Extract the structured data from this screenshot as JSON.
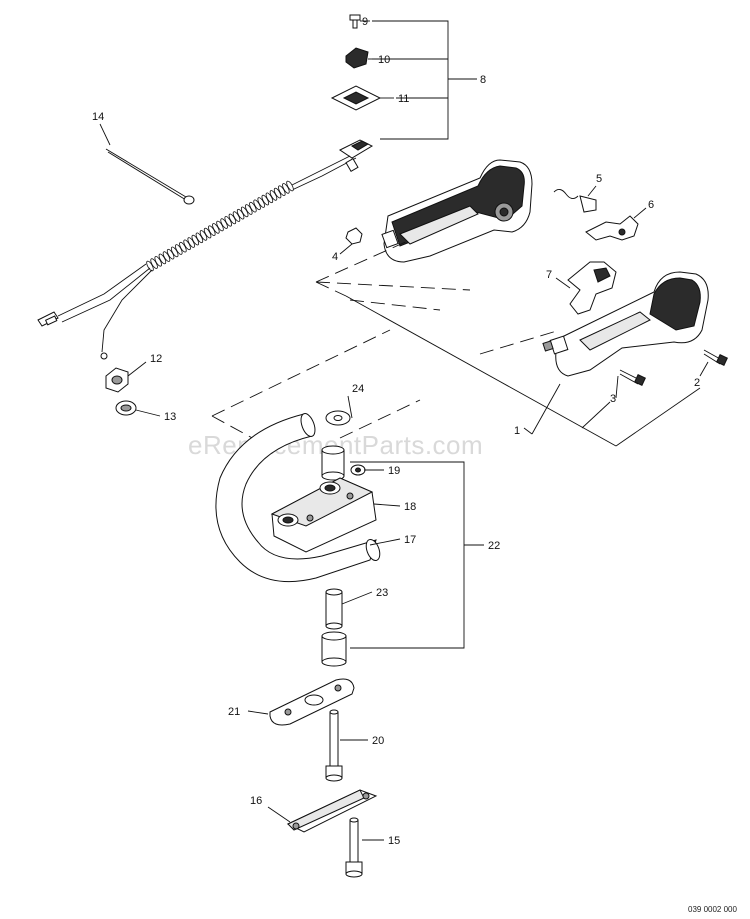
{
  "watermark": "eReplacementParts.com",
  "diagram_code": "039 0002 000",
  "callouts": {
    "c1": "1",
    "c2": "2",
    "c3": "3",
    "c4": "4",
    "c5": "5",
    "c6": "6",
    "c7": "7",
    "c8": "8",
    "c9": "9",
    "c10": "10",
    "c11": "11",
    "c12": "12",
    "c13": "13",
    "c14": "14",
    "c15": "15",
    "c16": "16",
    "c17": "17",
    "c18": "18",
    "c19": "19",
    "c20": "20",
    "c21": "21",
    "c22": "22",
    "c23": "23",
    "c24": "24"
  }
}
